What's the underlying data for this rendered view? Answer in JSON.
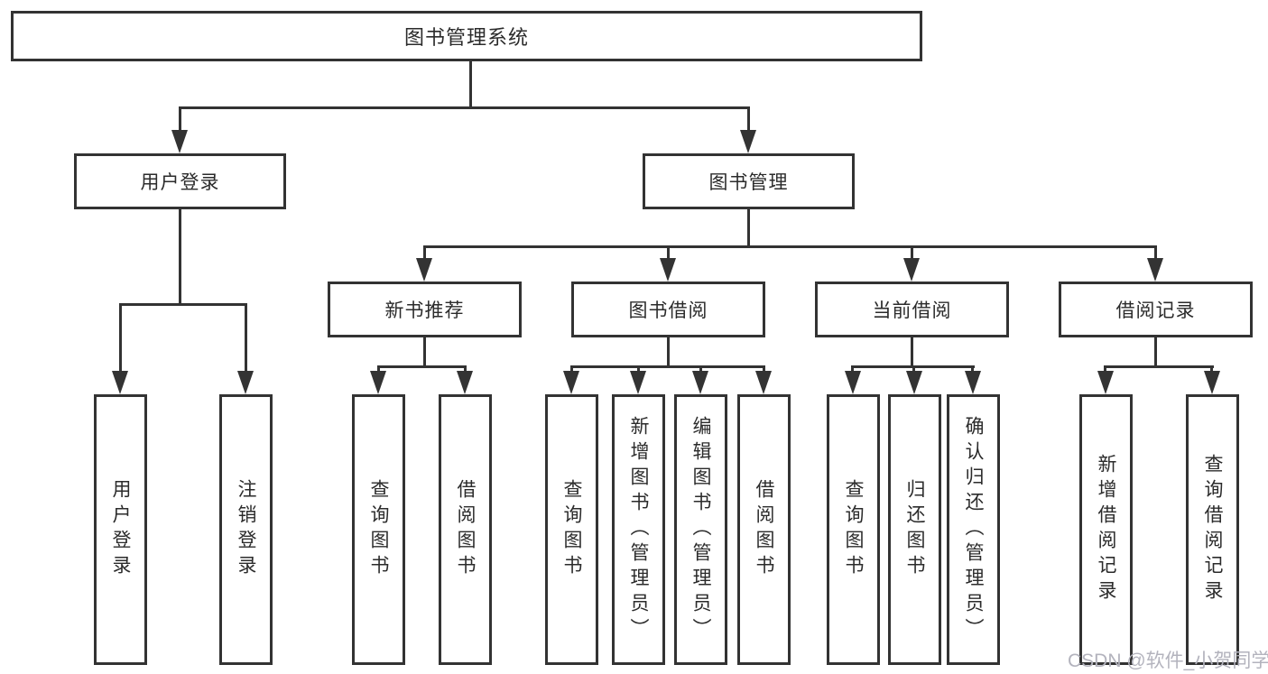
{
  "diagram": {
    "root": "图书管理系统",
    "level2": [
      {
        "label": "用户登录"
      },
      {
        "label": "图书管理"
      }
    ],
    "level3": [
      {
        "label": "新书推荐",
        "parent": "图书管理"
      },
      {
        "label": "图书借阅",
        "parent": "图书管理"
      },
      {
        "label": "当前借阅",
        "parent": "图书管理"
      },
      {
        "label": "借阅记录",
        "parent": "图书管理"
      }
    ],
    "leaves": {
      "user_login": [
        "用户登录",
        "注销登录"
      ],
      "new_book": [
        "查询图书",
        "借阅图书"
      ],
      "book_borrow": [
        "查询图书",
        "新增图书（管理员）",
        "编辑图书（管理员）",
        "借阅图书"
      ],
      "current_borrow": [
        "查询图书",
        "归还图书",
        "确认归还（管理员）"
      ],
      "borrow_records": [
        "新增借阅记录",
        "查询借阅记录"
      ]
    }
  },
  "watermark": {
    "text": "CSDN @软件_小贺同学"
  },
  "colors": {
    "line": "#333333",
    "text": "#2b2b2b",
    "watermark": "#b3b3bd",
    "background": "#ffffff"
  }
}
